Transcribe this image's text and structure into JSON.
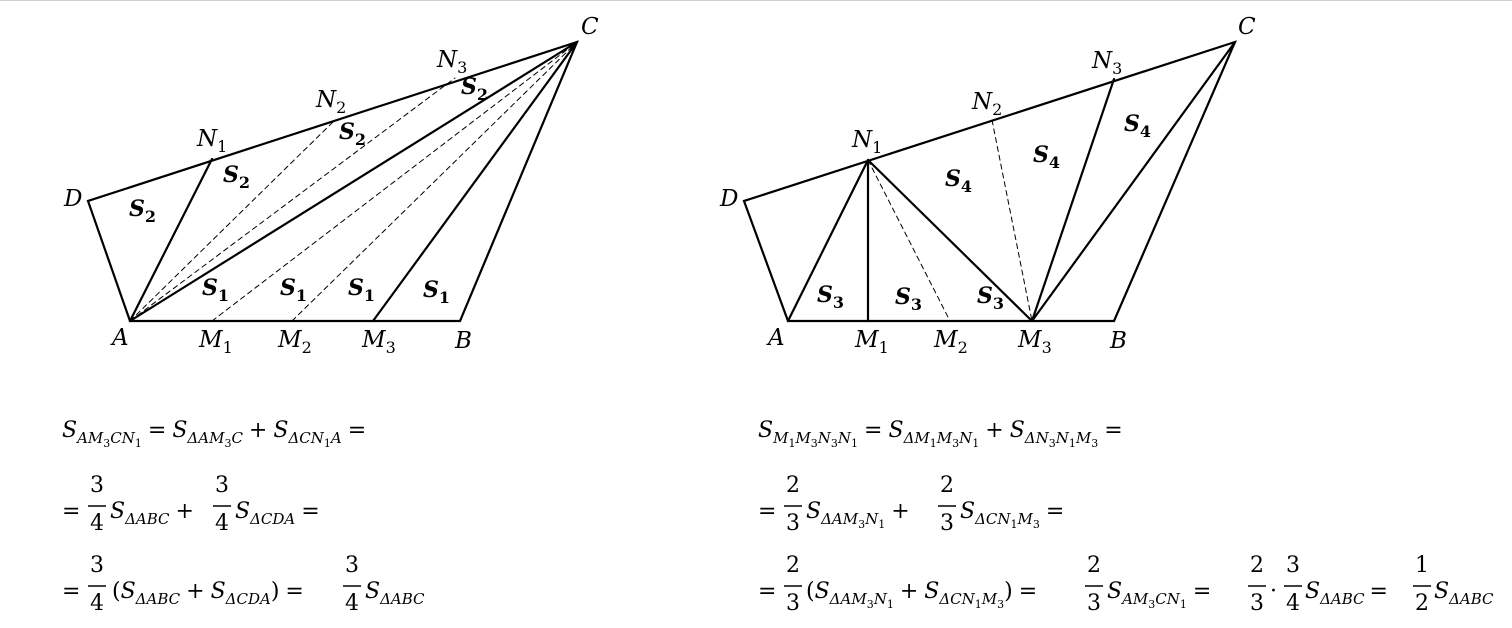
{
  "left_figure": {
    "points": {
      "A": "A",
      "B": "B",
      "C": "C",
      "D": "D",
      "M1": "M",
      "M2": "M",
      "M3": "M",
      "N1": "N",
      "N2": "N",
      "N3": "N"
    },
    "subscripts": {
      "one": "1",
      "two": "2",
      "three": "3"
    },
    "areas": {
      "s": "S",
      "one": "1",
      "two": "2"
    }
  },
  "right_figure": {
    "points": {
      "A": "A",
      "B": "B",
      "C": "C",
      "D": "D",
      "M1": "M",
      "M2": "M",
      "M3": "M",
      "N1": "N",
      "N2": "N",
      "N3": "N"
    },
    "subscripts": {
      "one": "1",
      "two": "2",
      "three": "3"
    },
    "areas": {
      "s": "S",
      "three": "3",
      "four": "4"
    }
  },
  "equations": {
    "left": {
      "line1": "S_{AM₃CN₁} = S_{ΔAM₃C} + S_{ΔCN₁A} =",
      "line2": "= 3/4 S_{ΔABC} + 3/4 S_{ΔCDA} =",
      "line3": "= 3/4 (S_{ΔABC} + S_{ΔCDA}) = 3/4 S_{ΔABC}"
    },
    "right": {
      "line1": "S_{M₁M₃N₃N₁} = S_{ΔM₁M₃N₁} + S_{ΔN₃N₁M₃} =",
      "line2": "= 2/3 S_{ΔAM₃N₁} + 2/3 S_{ΔCN₁M₃} =",
      "line3": "= 2/3 (S_{ΔAM₃N₁} + S_{ΔCN₁M₃}) = 2/3 S_{AM₃CN₁} = 2/3 · 3/4 S_{ΔABC} = 1/2 S_{ΔABC}"
    }
  },
  "tokens": {
    "S": "S",
    "eq": "=",
    "plus": "+",
    "dot": "·",
    "lp": "(",
    "rp": ")",
    "n1": "1",
    "n2": "2",
    "n3": "3",
    "n4": "4",
    "AM3CN1_a": "AM",
    "AM3CN1_b": "CN",
    "dAM3C_a": "ΔAM",
    "dAM3C_b": "C",
    "dCN1A_a": "ΔCN",
    "dCN1A_b": "A",
    "dABC": "ΔABC",
    "dCDA": "ΔCDA",
    "M1M3N3N1_a": "M",
    "M1M3N3N1_b": "M",
    "M1M3N3N1_c": "N",
    "M1M3N3N1_d": "N",
    "dM1M3N1_a": "ΔM",
    "dM1M3N1_b": "M",
    "dM1M3N1_c": "N",
    "dN3N1M3_a": "ΔN",
    "dN3N1M3_b": "N",
    "dN3N1M3_c": "M",
    "dAM3N1_a": "ΔAM",
    "dAM3N1_b": "N",
    "dCN1M3_a": "ΔCN",
    "dCN1M3_b": "M"
  }
}
